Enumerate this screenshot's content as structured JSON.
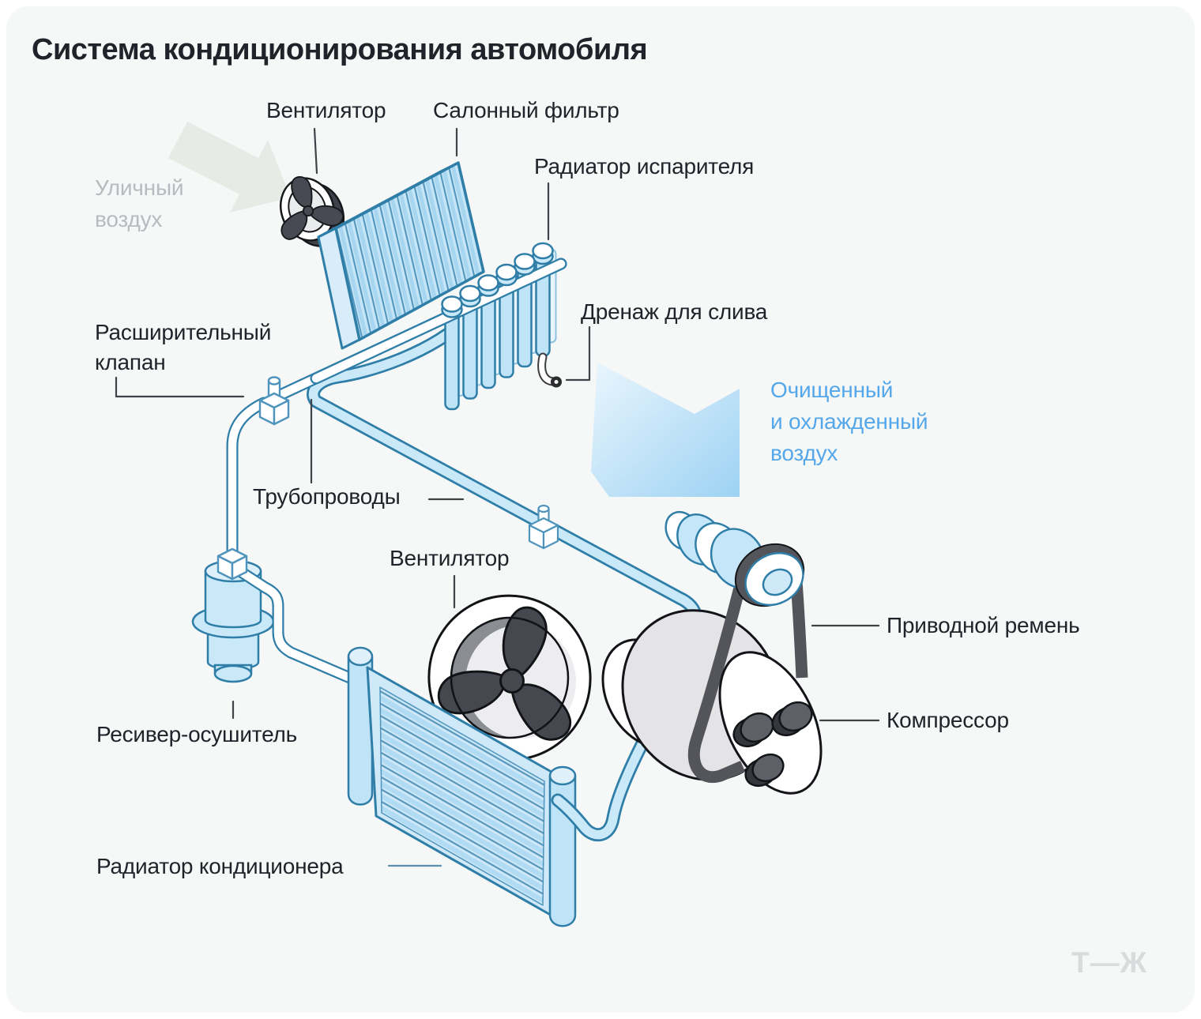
{
  "title": "Система кондиционирования автомобиля",
  "logo": "Т—Ж",
  "colors": {
    "ink": "#202329",
    "muted": "#b7bbc0",
    "accent": "#54a7ea",
    "card": "#f6f7f7",
    "line": "#3f4348",
    "component-fill": "#c9e9f9",
    "component-stroke": "#2f7ea8",
    "metal-dark": "#53555b"
  },
  "labels": {
    "fan_top": "Вентилятор",
    "cabin_filter": "Салонный фильтр",
    "evaporator": "Радиатор испарителя",
    "outside_air": "Уличный\nвоздух",
    "expansion_valve": "Расширительный\nклапан",
    "drain": "Дренаж для слива",
    "clean_air": "Очищенный\nи охлажденный\nвоздух",
    "pipes": "Трубопроводы",
    "fan_bottom": "Вентилятор",
    "drive_belt": "Приводной ремень",
    "compressor": "Компрессор",
    "receiver_dryer": "Ресивер-осушитель",
    "condenser": "Радиатор кондиционера"
  }
}
